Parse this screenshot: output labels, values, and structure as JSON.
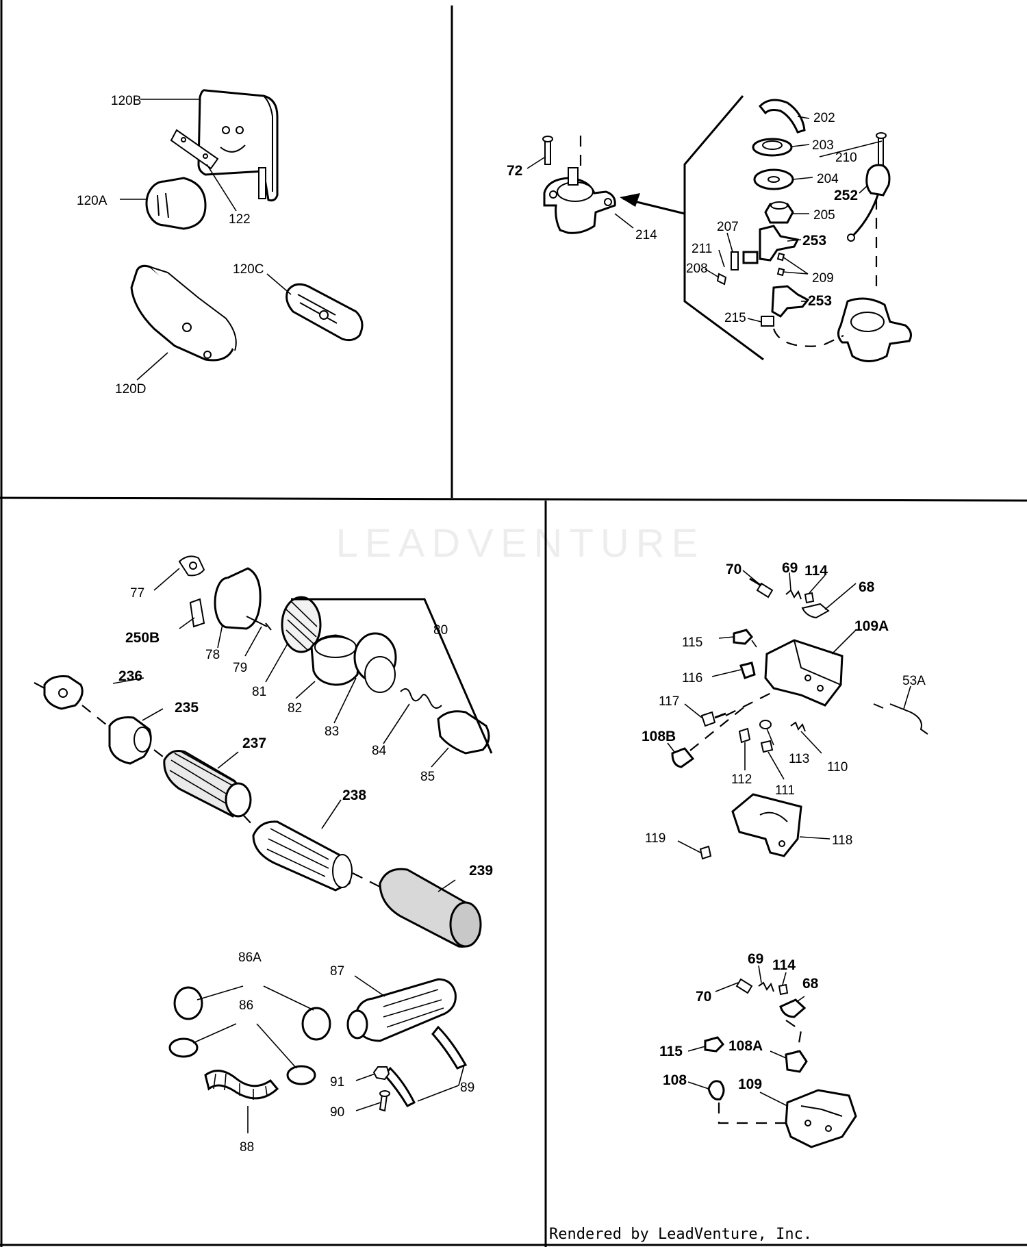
{
  "panels": {
    "top_left": {
      "labels": [
        "120B",
        "120A",
        "122",
        "120C",
        "120D"
      ]
    },
    "top_right": {
      "labels": [
        "202",
        "203",
        "210",
        "72",
        "204",
        "252",
        "205",
        "214",
        "207",
        "211",
        "253",
        "208",
        "209",
        "253",
        "215"
      ]
    },
    "bottom_left": {
      "labels": [
        "77",
        "250B",
        "78",
        "79",
        "80",
        "81",
        "82",
        "83",
        "236",
        "235",
        "84",
        "237",
        "85",
        "238",
        "239",
        "86A",
        "87",
        "86",
        "88",
        "91",
        "89",
        "90"
      ]
    },
    "bottom_right": {
      "labels": [
        "70",
        "69",
        "114",
        "68",
        "115",
        "109A",
        "116",
        "53A",
        "117",
        "108B",
        "113",
        "110",
        "112",
        "111",
        "119",
        "118",
        "69",
        "114",
        "68",
        "70",
        "115",
        "108A",
        "108",
        "109"
      ]
    }
  },
  "watermark": "LEADVENTURE",
  "footer": "Rendered by LeadVenture, Inc."
}
